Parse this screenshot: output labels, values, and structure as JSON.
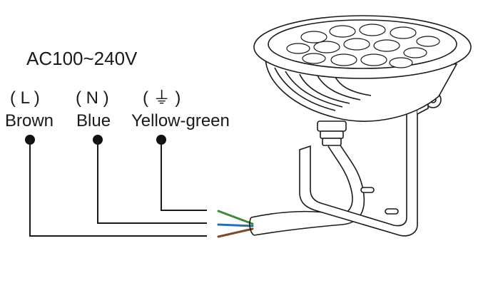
{
  "voltage": "AC100~240V",
  "wires": [
    {
      "code": "( L )",
      "name": "Brown",
      "color": "#7a4a2a"
    },
    {
      "code": "( N )",
      "name": "Blue",
      "color": "#2a6fa8"
    },
    {
      "code": "( ⏚ )",
      "name": "Yellow-green",
      "color": "#3d8a3a"
    }
  ],
  "colors": {
    "line": "#1a1a1a",
    "background": "#ffffff"
  }
}
